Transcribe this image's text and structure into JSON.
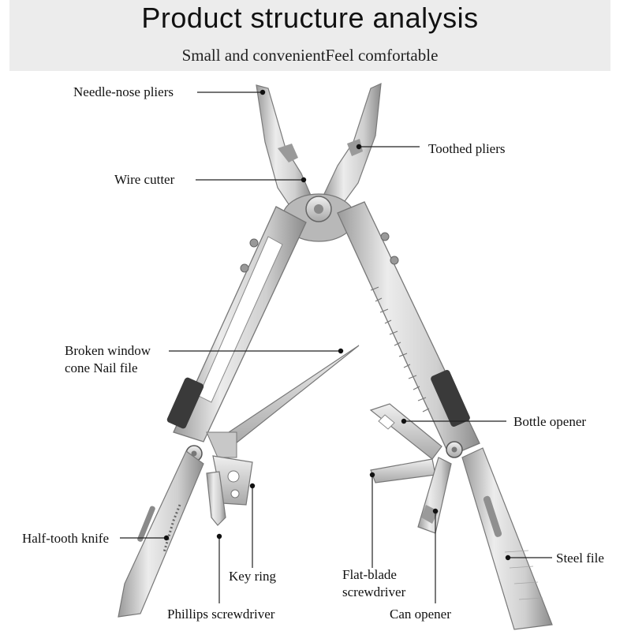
{
  "header": {
    "title": "Product structure analysis",
    "subtitle": "Small and convenientFeel comfortable"
  },
  "labels": {
    "needle_nose": "Needle-nose pliers",
    "toothed": "Toothed pliers",
    "wire_cutter": "Wire cutter",
    "broken_window": "Broken window",
    "cone_nail": "cone Nail file",
    "bottle_opener": "Bottle opener",
    "half_tooth": "Half-tooth knife",
    "key_ring": "Key ring",
    "flat_blade_1": "Flat-blade",
    "flat_blade_2": "screwdriver",
    "steel_file": "Steel file",
    "phillips": "Phillips screwdriver",
    "can_opener": "Can opener"
  },
  "colors": {
    "header_bg": "#ececec",
    "steel_light": "#e4e4e4",
    "steel_mid": "#bdbdbd",
    "steel_dark": "#8a8a8a",
    "grip": "#3a3a3a"
  }
}
